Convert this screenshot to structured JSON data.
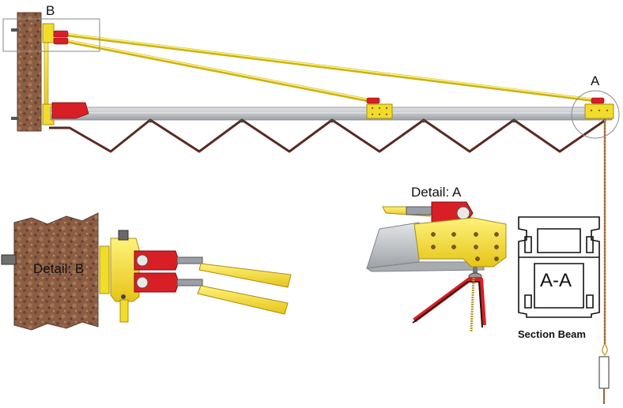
{
  "labels": {
    "callout_b": "B",
    "callout_a": "A",
    "detail_a": "Detail: A",
    "detail_b": "Detail: B",
    "section_mark": "A-A",
    "section_caption": "Section Beam"
  },
  "colors": {
    "rod_yellow": "#f2dc2a",
    "bracket_red": "#d81f26",
    "beam_gray": "#c9cbcd",
    "wall_brown": "#8b5e44",
    "cable_dark": "#5a2a22"
  }
}
